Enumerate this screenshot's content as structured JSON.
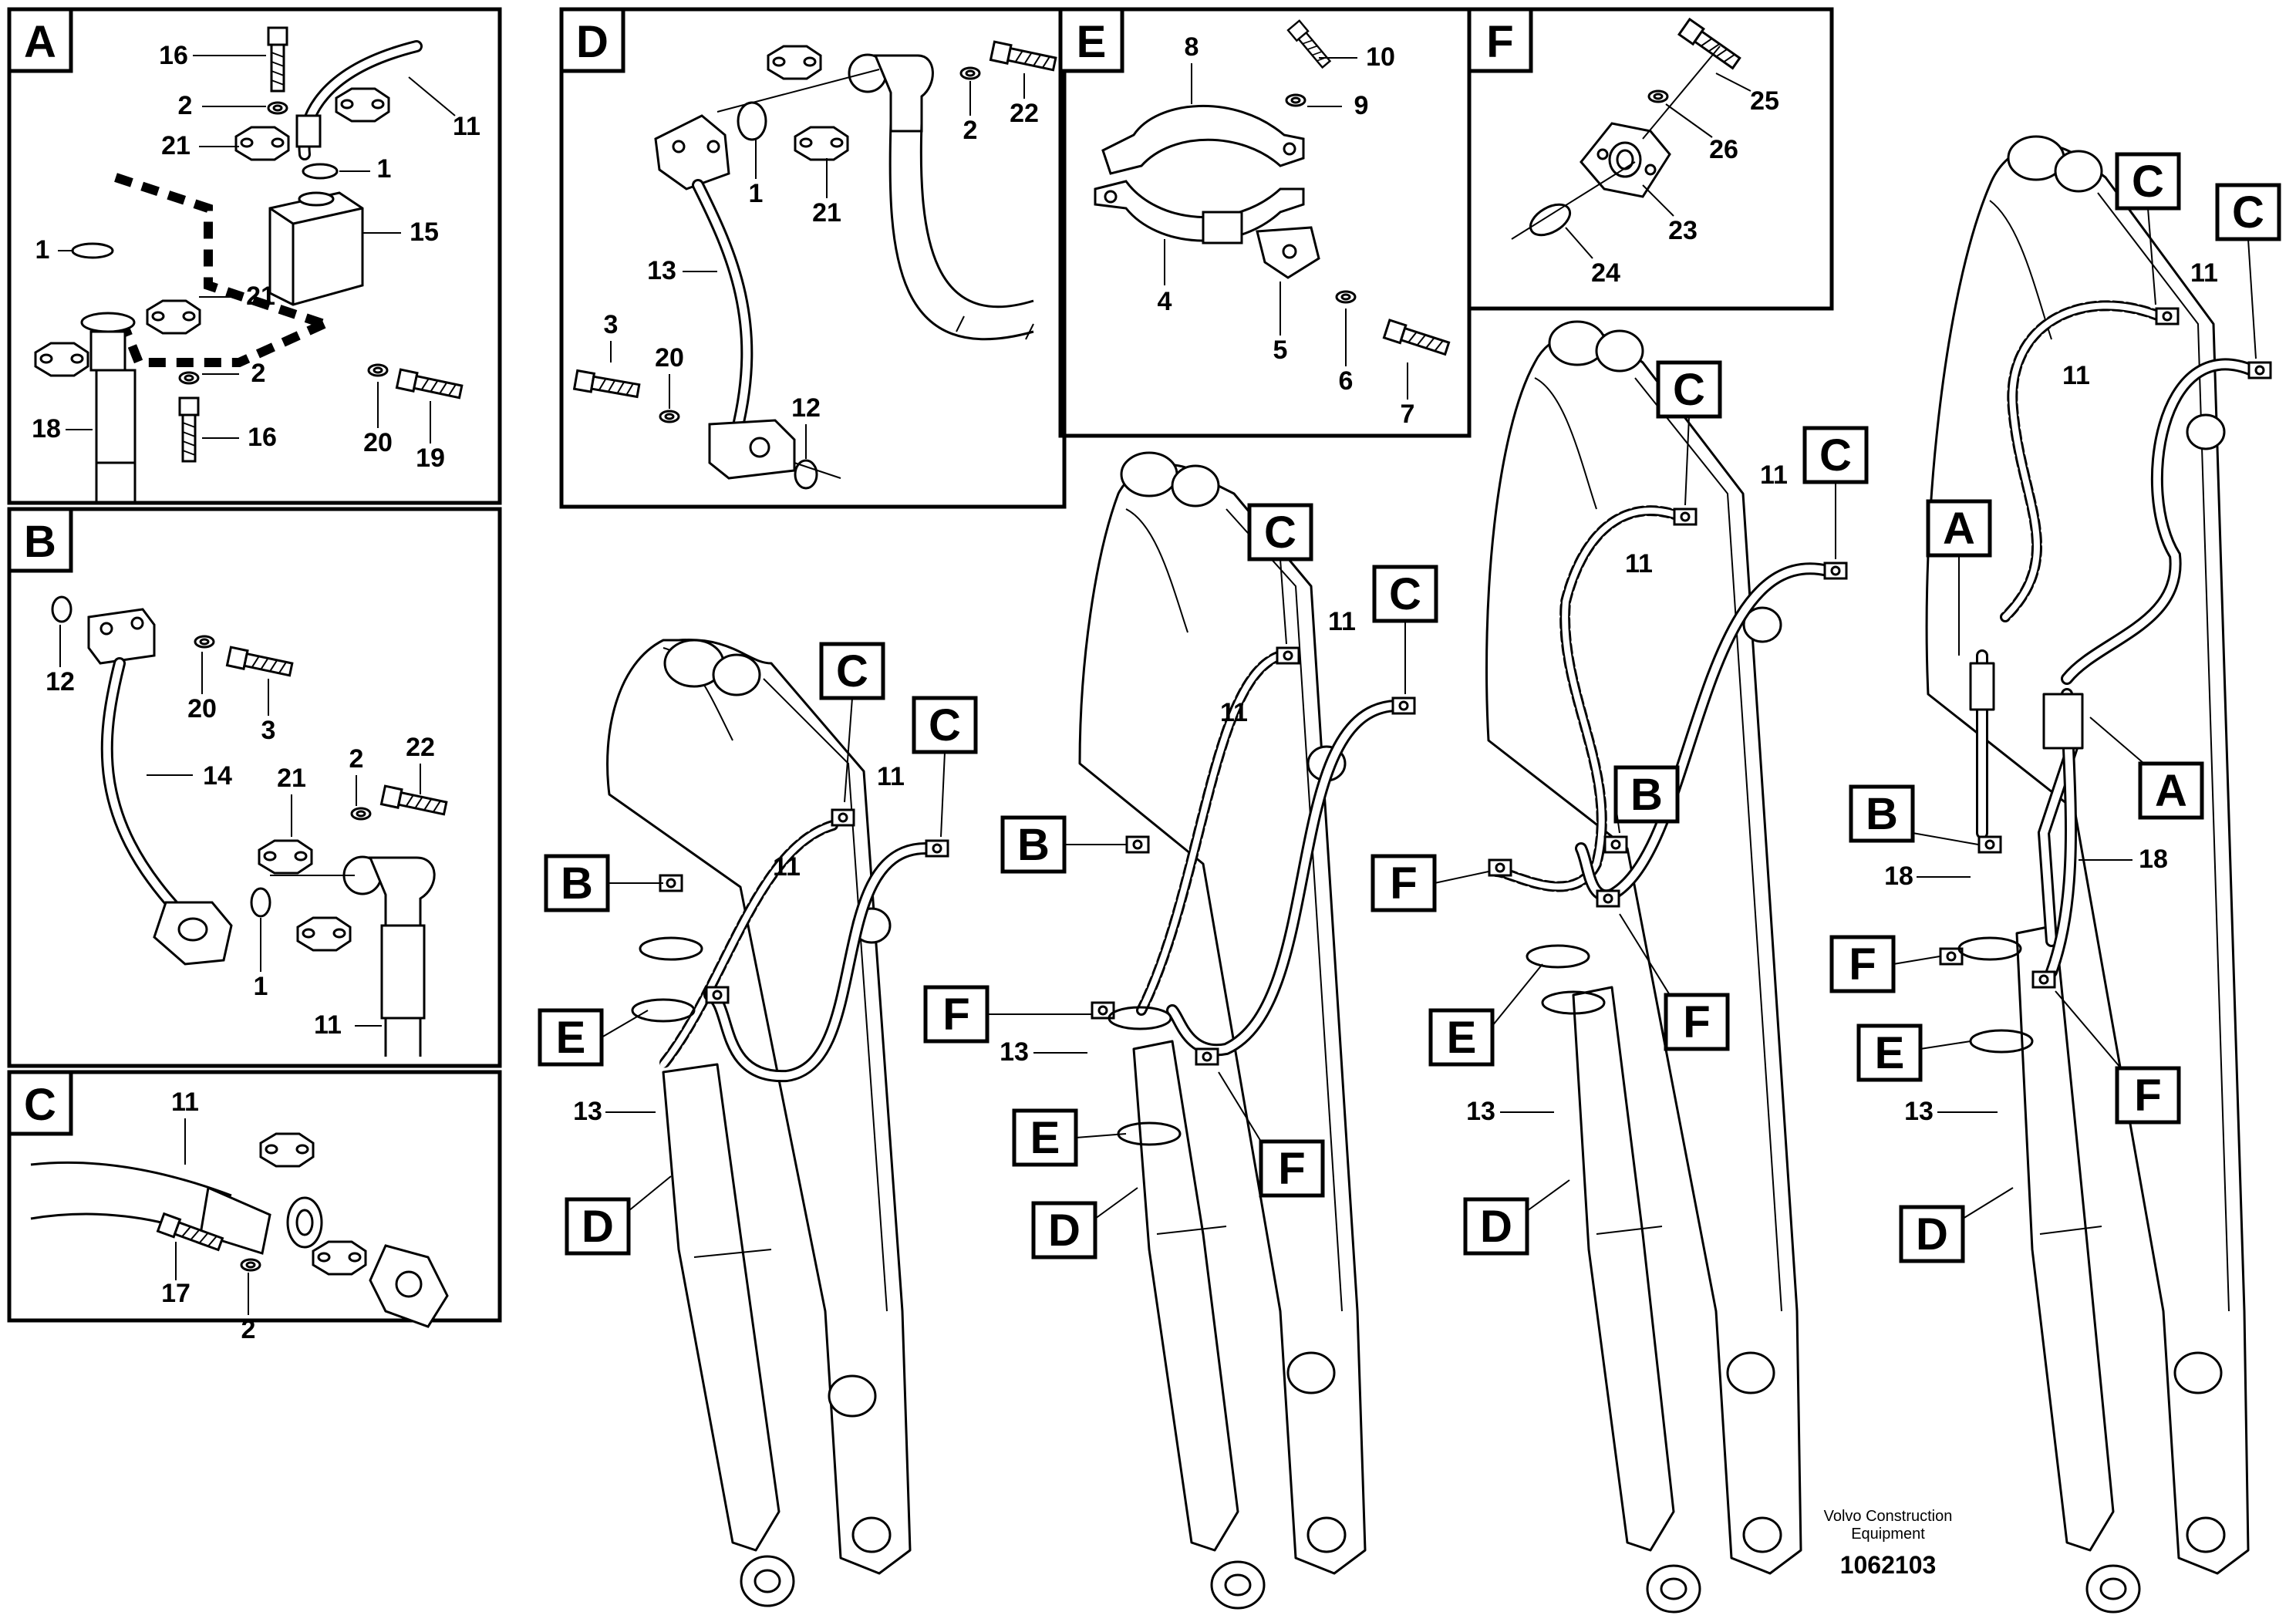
{
  "panels": {
    "A": {
      "label": "A",
      "callouts": [
        "16",
        "2",
        "21",
        "1",
        "15",
        "1",
        "21",
        "2",
        "18",
        "16",
        "20",
        "19",
        "11"
      ]
    },
    "B": {
      "label": "B",
      "callouts": [
        "12",
        "20",
        "3",
        "14",
        "22",
        "2",
        "21",
        "1",
        "11"
      ]
    },
    "C": {
      "label": "C",
      "callouts": [
        "11",
        "17",
        "2"
      ]
    },
    "D": {
      "label": "D",
      "callouts": [
        "22",
        "2",
        "1",
        "21",
        "13",
        "3",
        "20",
        "12"
      ]
    },
    "E": {
      "label": "E",
      "callouts": [
        "8",
        "10",
        "9",
        "4",
        "5",
        "6",
        "7"
      ]
    },
    "F": {
      "label": "F",
      "callouts": [
        "25",
        "26",
        "23",
        "24"
      ]
    }
  },
  "boom_callouts": {
    "boom1": {
      "tags": [
        "C",
        "C",
        "B",
        "E",
        "D"
      ],
      "nums": [
        "11",
        "11",
        "13"
      ]
    },
    "boom2": {
      "tags": [
        "C",
        "C",
        "B",
        "F",
        "E",
        "D",
        "F"
      ],
      "nums": [
        "11",
        "11",
        "13"
      ]
    },
    "boom3": {
      "tags": [
        "C",
        "C",
        "B",
        "F",
        "E",
        "F",
        "D"
      ],
      "nums": [
        "11",
        "11",
        "13"
      ]
    },
    "boom4": {
      "tags": [
        "C",
        "C",
        "A",
        "A",
        "B",
        "F",
        "E",
        "F",
        "D"
      ],
      "nums": [
        "11",
        "11",
        "18",
        "18",
        "13"
      ]
    }
  },
  "footer": {
    "credit_line1": "Volvo Construction",
    "credit_line2": "Equipment",
    "doc_number": "1062103"
  }
}
